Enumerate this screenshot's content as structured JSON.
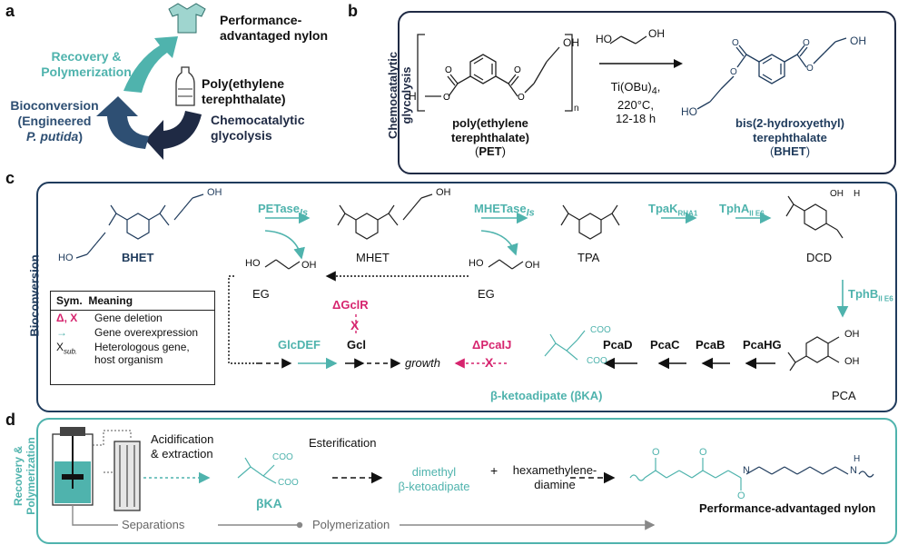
{
  "panel_a": {
    "letter": "a",
    "nylon": "Performance-\nadvantaged nylon",
    "pet": "Poly(ethylene\nterephthalate)",
    "glycolysis": "Chemocatalytic\nglycolysis",
    "bioconversion": "Bioconversion\n(Engineered",
    "putida": "P. putida",
    "recovery": "Recovery &\nPolymerization"
  },
  "panel_b": {
    "letter": "b",
    "side_label": "Chemocatalytic\nglycolysis",
    "pet_name": "poly(ethylene\nterephthalate)",
    "pet_abbr_pre": "(",
    "pet_abbr": "PET",
    "pet_abbr_post": ")",
    "bhet_name": "bis(2-hydroxyethyl)\nterephthalate",
    "bhet_abbr": "BHET",
    "catalyst": "Ti(OBu)",
    "catalyst_sub": "4",
    "conditions": "220°C,\n12-18 h",
    "oh": "OH",
    "ho": "HO",
    "h": "H",
    "n": "n",
    "o": "O"
  },
  "panel_c": {
    "letter": "c",
    "side_label": "Bioconversion",
    "bhet": "BHET",
    "mhet": "MHET",
    "tpa": "TPA",
    "dcd": "DCD",
    "pca": "PCA",
    "eg1": "EG",
    "eg2": "EG",
    "petase": "PETase",
    "petase_sub": "Is",
    "mhetase": "MHETase",
    "mhetase_sub": "Is",
    "tpak": "TpaK",
    "tpak_sub": "RHA1",
    "tpha": "TphA",
    "tpha_sub": "II E6",
    "tphb": "TphB",
    "tphb_sub": "II E6",
    "pcahg": "PcaHG",
    "pcab": "PcaB",
    "pcac": "PcaC",
    "pcad": "PcaD",
    "bka": "β-ketoadipate (βKA)",
    "dpcaij": "ΔPcaIJ",
    "growth": "growth",
    "gcl": "Gcl",
    "dgclr": "ΔGclR",
    "glcdef": "GlcDEF",
    "coo": "COO",
    "oh": "OH",
    "ho": "HO",
    "h": "H",
    "legend": {
      "header": "Sym.  Meaning",
      "rows": [
        {
          "sym": "Δ, X",
          "text": "Gene deletion"
        },
        {
          "sym": "→",
          "text": "Gene overexpression"
        },
        {
          "sym": "X",
          "sym_sub": "sub.",
          "text": "Heterologous gene,\nhost organism"
        }
      ]
    }
  },
  "panel_d": {
    "letter": "d",
    "side_label": "Recovery &\nPolymerization",
    "acidification": "Acidification\n& extraction",
    "esterification": "Esterification",
    "bka": "βKA",
    "dimethyl": "dimethyl\nβ-ketoadipate",
    "plus": "+",
    "hmda": "hexamethylene-\ndiamine",
    "separations": "Separations",
    "polymerization": "Polymerization",
    "nylon": "Performance-advantaged nylon",
    "n": "N",
    "h": "H",
    "o": "O"
  },
  "colors": {
    "navy": "#1f3b5c",
    "teal": "#4fb3ad",
    "pink": "#d6246e",
    "dark": "#1f2a44",
    "light_teal": "#9fd5cf"
  }
}
